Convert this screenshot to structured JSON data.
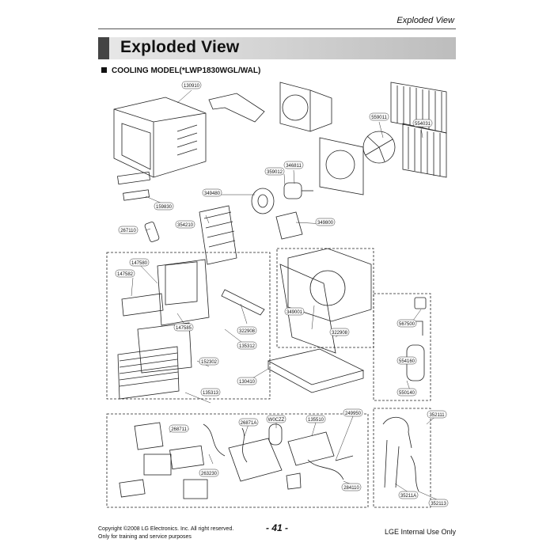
{
  "header": {
    "section_label": "Exploded View"
  },
  "title": "Exploded View",
  "subtitle": "COOLING MODEL(*LWP1830WGL/WAL)",
  "part_labels": [
    "130910",
    "559011",
    "554031",
    "346811",
    "359012",
    "349480",
    "354210",
    "267110",
    "159830",
    "349800",
    "147580",
    "147582",
    "147585",
    "322908",
    "135312",
    "349001",
    "322908",
    "152302",
    "135313",
    "130410",
    "567500",
    "554160",
    "550140",
    "268711",
    "26871A",
    "W0CZZ",
    "135510",
    "249950",
    "263230",
    "284110",
    "352111",
    "35211A",
    "352113"
  ],
  "footer": {
    "copyright": "Copyright ©2008 LG Electronics. Inc. All right reserved.",
    "usage": "Only for training and service purposes",
    "page": "- 41 -",
    "internal": "LGE Internal Use Only"
  },
  "colors": {
    "title_band": "#d0d0d0",
    "title_bar": "#444444",
    "line": "#222222"
  }
}
